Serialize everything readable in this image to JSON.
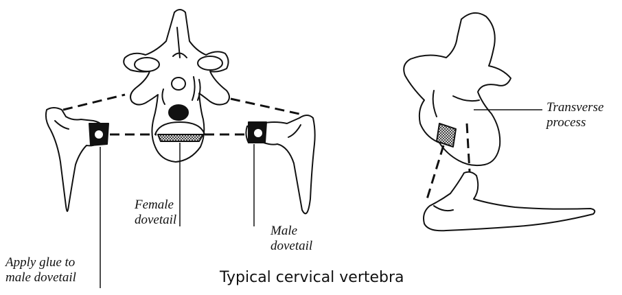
{
  "labels": {
    "transverse_process": [
      "Transverse",
      "process"
    ],
    "female_dovetail": [
      "Female",
      "dovetail"
    ],
    "male_dovetail": [
      "Male",
      "dovetail"
    ],
    "apply_glue": [
      "Apply glue to",
      "male dovetail"
    ]
  },
  "caption": "Typical cervical vertebra"
}
